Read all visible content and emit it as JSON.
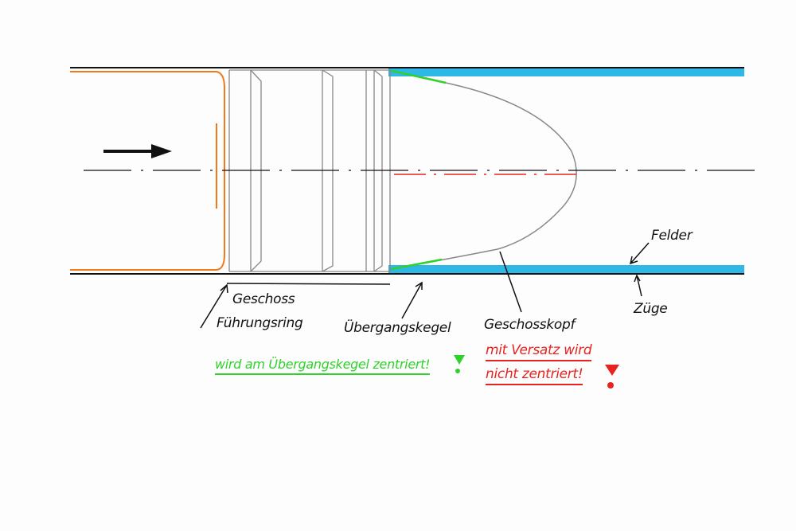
{
  "labels": {
    "geschoss": "Geschoss",
    "fuehrungsring": "Führungsring",
    "uebergangskegel": "Übergangskegel",
    "geschosskopf": "Geschosskopf",
    "felder": "Felder",
    "zuege": "Züge",
    "green_note": "wird am Übergangskegel zentriert!",
    "red_note_line1": "mit Versatz wird",
    "red_note_line2": "nicht zentriert!"
  },
  "colors": {
    "ink": "#111111",
    "case": "#f07a1a",
    "bullet": "#888888",
    "barrel_fill": "#2fb8e6",
    "centered": "#2fd22a",
    "offset": "#e8231f"
  }
}
